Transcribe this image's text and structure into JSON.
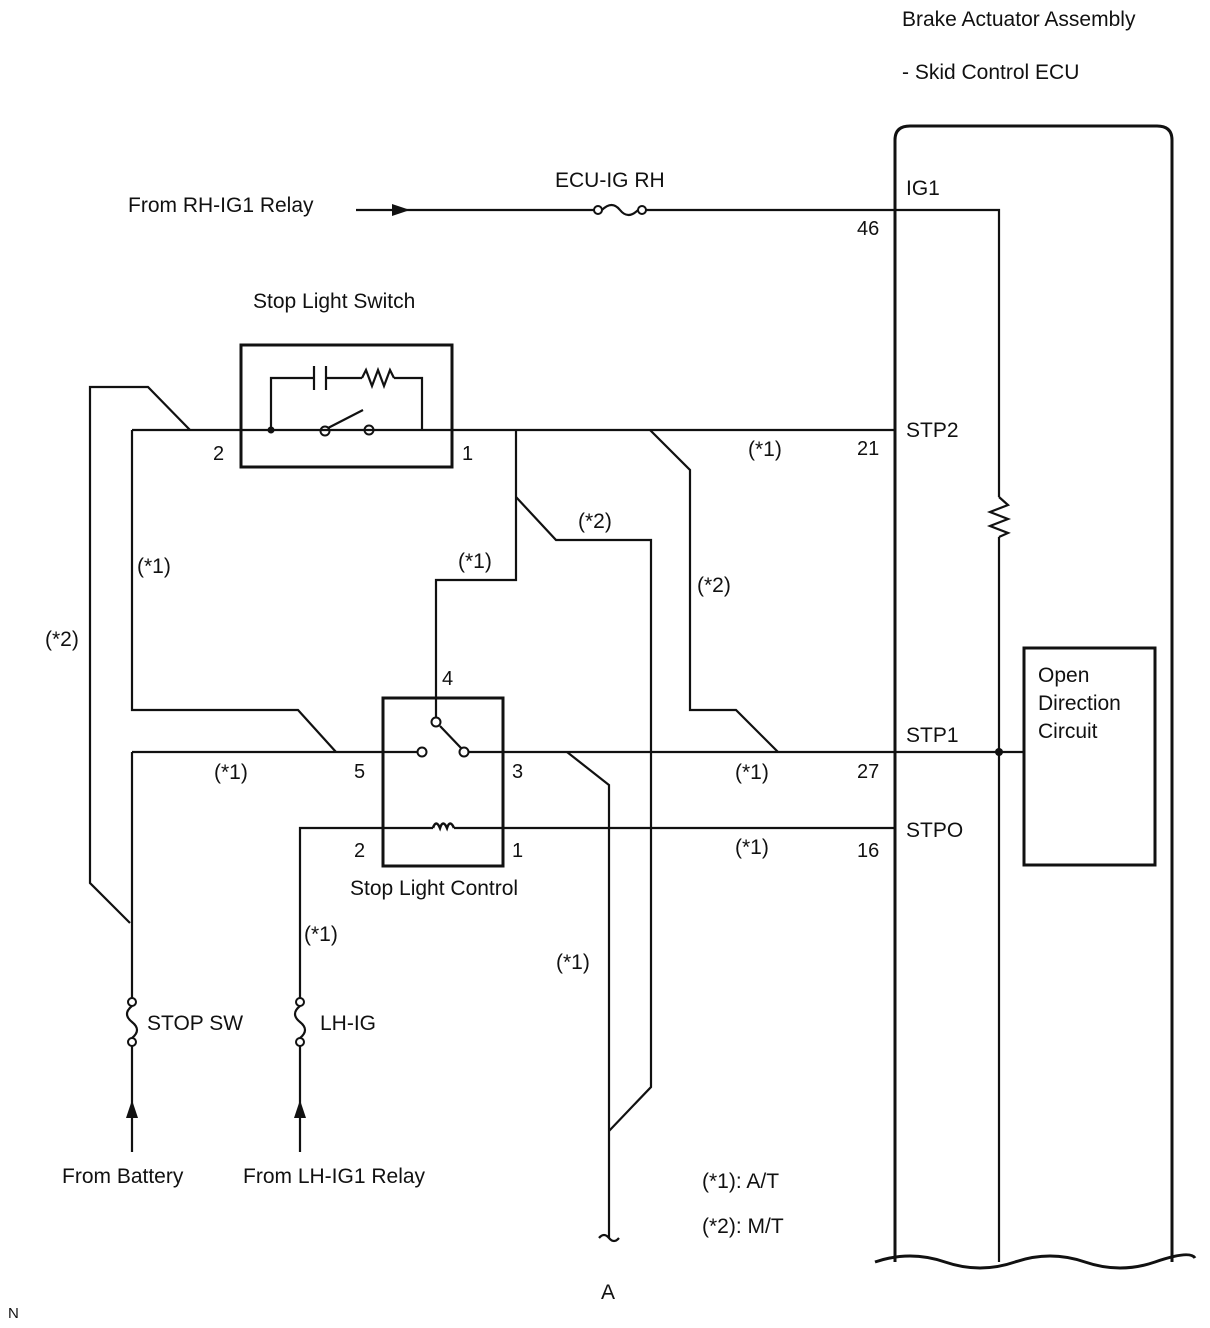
{
  "ecu": {
    "title": "Brake Actuator Assembly",
    "subtitle": "- Skid Control ECU",
    "terminals": {
      "ig1": {
        "name": "IG1",
        "pin": "46"
      },
      "stp2": {
        "name": "STP2",
        "pin": "21"
      },
      "stp1": {
        "name": "STP1",
        "pin": "27"
      },
      "stpo": {
        "name": "STPO",
        "pin": "16"
      }
    },
    "internal_block": [
      "Open",
      "Direction",
      "Circuit"
    ]
  },
  "sources": {
    "rh_ig1": "From RH-IG1 Relay",
    "battery": "From Battery",
    "lh_ig1": "From LH-IG1 Relay"
  },
  "fuses": {
    "ecu_ig_rh": "ECU-IG RH",
    "stop_sw": "STOP SW",
    "lh_ig": "LH-IG"
  },
  "stop_light_switch": {
    "label": "Stop Light Switch",
    "pins": {
      "left": "2",
      "right": "1"
    }
  },
  "stop_light_control": {
    "label": "Stop Light Control",
    "pins": {
      "p4": "4",
      "p5": "5",
      "p3": "3",
      "p2": "2",
      "p1": "1"
    }
  },
  "notes": {
    "a": "(*1)",
    "b": "(*2)"
  },
  "legend": {
    "line1": "(*1): A/T",
    "line2": "(*2): M/T"
  },
  "connector_a": "A",
  "corner_mark": "N"
}
